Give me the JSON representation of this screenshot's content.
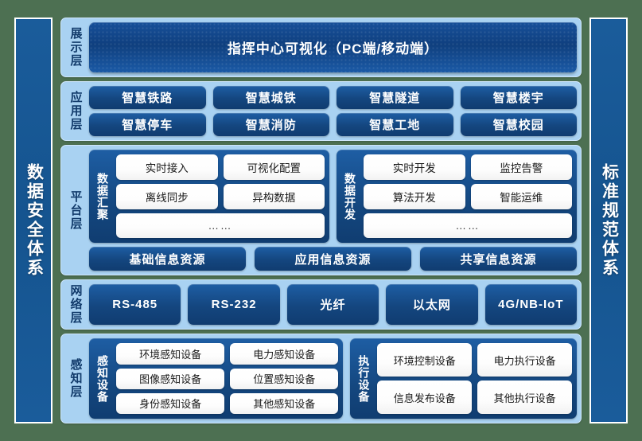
{
  "theme": {
    "page_bg": "#4d7052",
    "pillar_blue": "#1a5c9b",
    "layer_bg": "#a9d2f2",
    "chip_blue": "#14467f",
    "chip_white": "#ffffff",
    "label_navy": "#123b6b"
  },
  "left_pillar": {
    "label": "数据安全体系"
  },
  "right_pillar": {
    "label": "标准规范体系"
  },
  "layers": {
    "display": {
      "label": "展示层",
      "banner": "指挥中心可视化（PC端/移动端）"
    },
    "application": {
      "label": "应用层",
      "row1": [
        "智慧铁路",
        "智慧城铁",
        "智慧隧道",
        "智慧楼宇"
      ],
      "row2": [
        "智慧停车",
        "智慧消防",
        "智慧工地",
        "智慧校园"
      ]
    },
    "platform": {
      "label": "平台层",
      "groups": [
        {
          "title": "数据汇聚",
          "row1": [
            "实时接入",
            "可视化配置"
          ],
          "row2": [
            "离线同步",
            "异构数据"
          ],
          "row3": "……"
        },
        {
          "title": "数据开发",
          "row1": [
            "实时开发",
            "监控告警"
          ],
          "row2": [
            "算法开发",
            "智能运维"
          ],
          "row3": "……"
        }
      ],
      "resources": [
        "基础信息资源",
        "应用信息资源",
        "共享信息资源"
      ]
    },
    "network": {
      "label": "网络层",
      "items": [
        "RS-485",
        "RS-232",
        "光纤",
        "以太网",
        "4G/NB-IoT"
      ]
    },
    "sensing": {
      "label": "感知层",
      "groups": [
        {
          "title": "感知设备",
          "row1": [
            "环境感知设备",
            "电力感知设备"
          ],
          "row2": [
            "图像感知设备",
            "位置感知设备"
          ],
          "row3": [
            "身份感知设备",
            "其他感知设备"
          ]
        },
        {
          "title": "执行设备",
          "row1": [
            "环境控制设备",
            "电力执行设备"
          ],
          "row2": [
            "信息发布设备",
            "其他执行设备"
          ]
        }
      ]
    }
  }
}
